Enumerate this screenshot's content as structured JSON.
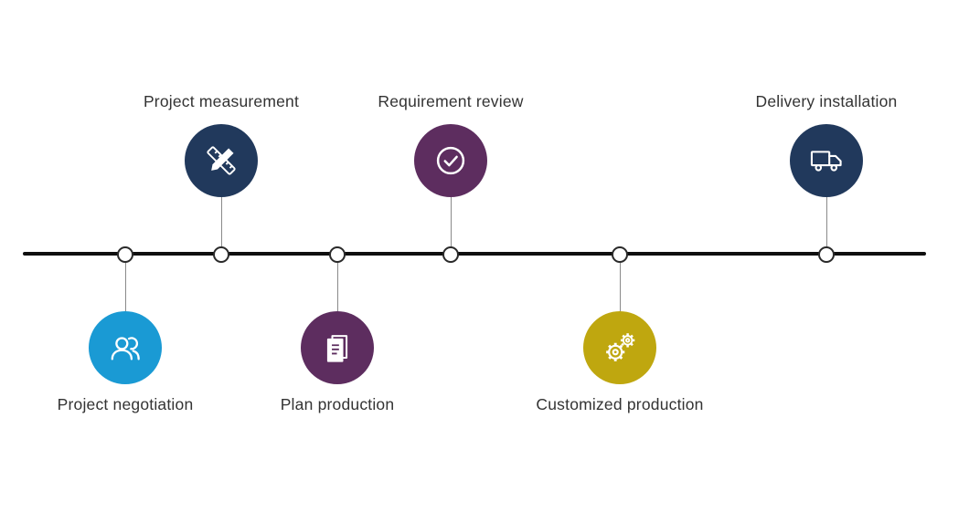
{
  "diagram": {
    "type": "process-timeline",
    "line_color": "#0f0f0f",
    "items": [
      {
        "label": "Project negotiation",
        "icon": "people-icon",
        "color": "#1a9ad4",
        "side": "below"
      },
      {
        "label": "Project measurement",
        "icon": "ruler-pencil-icon",
        "color": "#21395c",
        "side": "above"
      },
      {
        "label": "Plan production",
        "icon": "document-icon",
        "color": "#5d2d5f",
        "side": "below"
      },
      {
        "label": "Requirement review",
        "icon": "check-icon",
        "color": "#5d2d5f",
        "side": "above"
      },
      {
        "label": "Customized production",
        "icon": "gears-icon",
        "color": "#bfa70f",
        "side": "below"
      },
      {
        "label": "Delivery installation",
        "icon": "truck-icon",
        "color": "#21395c",
        "side": "above"
      }
    ]
  }
}
